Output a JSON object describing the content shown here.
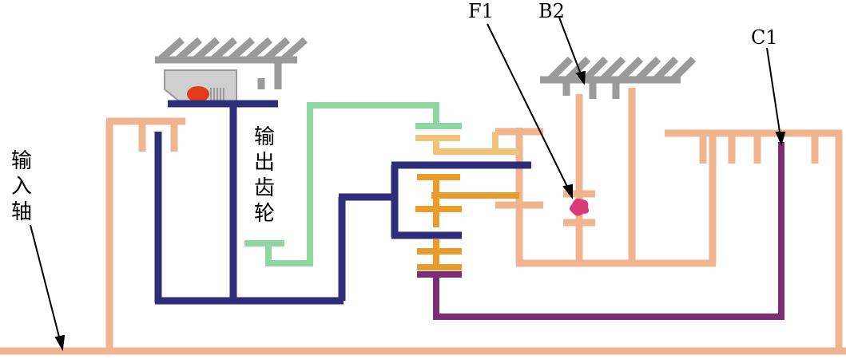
{
  "labels": {
    "F1": "F1",
    "B2": "B2",
    "C1": "C1"
  },
  "input_shaft_label": [
    "输",
    "入",
    "轴"
  ],
  "output_gear_label": [
    "输",
    "出",
    "齿",
    "轮"
  ],
  "colors": {
    "input_shaft": "#F0B48E",
    "output_gear": "#8FD6A0",
    "drum_blue": "#2E2D7A",
    "purple": "#7E2C73",
    "orange_gear": "#E99B2B",
    "planet_orange": "#F1C27A",
    "ground": "#9A9A9A",
    "housing": "#CFCFCF",
    "red": "#E23A1C",
    "pink": "#D83A7A"
  }
}
